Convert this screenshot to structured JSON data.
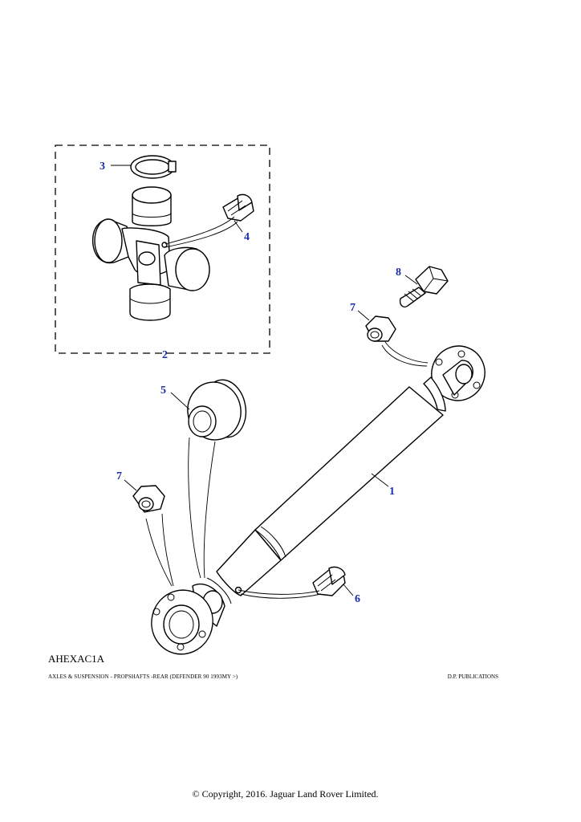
{
  "diagram_ref": "AHEXAC1A",
  "caption": "AXLES & SUSPENSION -  PROPSHAFTS -REAR (DEFENDER 90 1993MY >)",
  "publisher": "D.P. PUBLICATIONS",
  "copyright": "© Copyright, 2016. Jaguar Land Rover Limited.",
  "callouts": {
    "propshaft": "1",
    "universal_joint_kit": "2",
    "circlip": "3",
    "grease_nipple_joint": "4",
    "gaiter": "5",
    "grease_nipple_shaft": "6",
    "nut_rear": "7",
    "nut_front": "7",
    "bolt": "8"
  },
  "colors": {
    "callout": "#1a2ea8",
    "line": "#000000"
  }
}
